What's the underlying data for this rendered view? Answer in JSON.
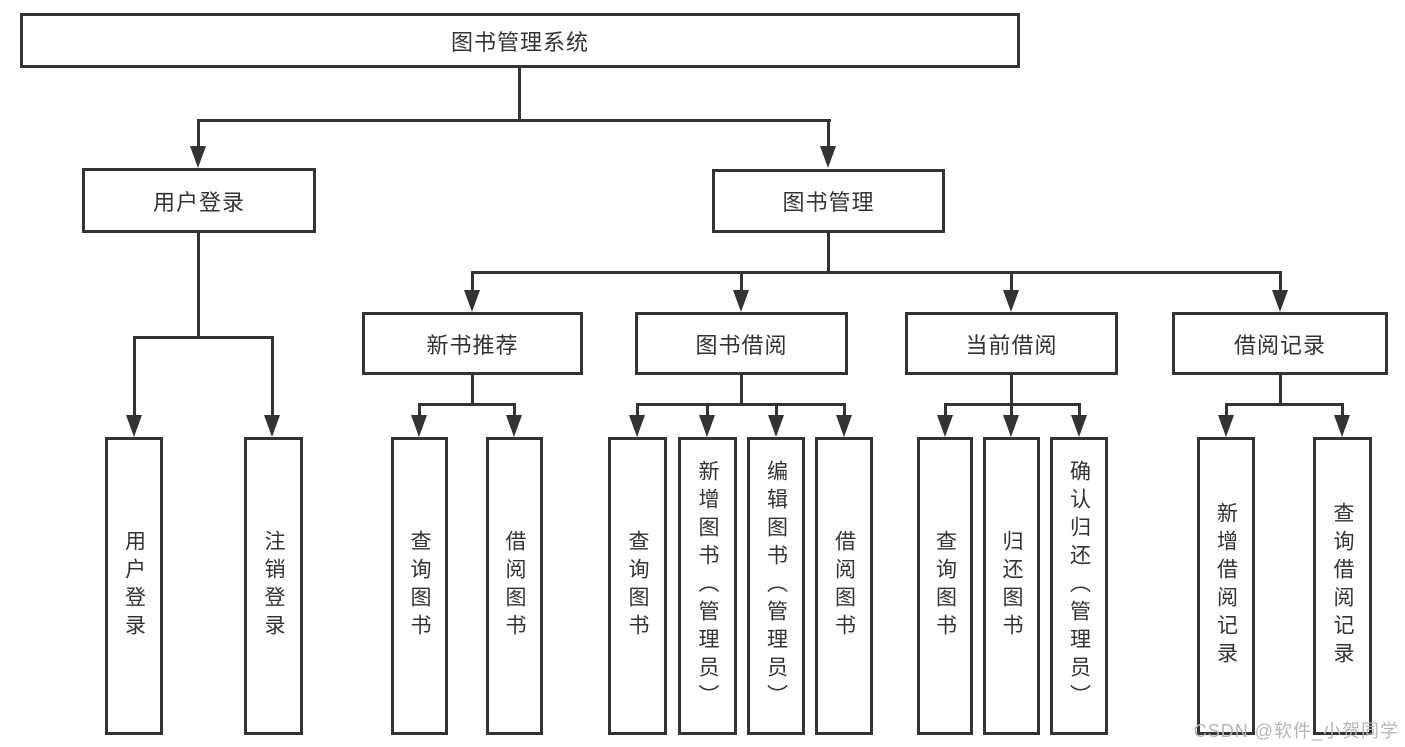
{
  "title": "图书管理系统",
  "level2": {
    "user_login": "用户登录",
    "book_mgmt": "图书管理"
  },
  "level3": {
    "new_rec": "新书推荐",
    "book_borrow": "图书借阅",
    "cur_borrow": "当前借阅",
    "borrow_rec": "借阅记录"
  },
  "leaves": {
    "user": [
      "用户登录",
      "注销登录"
    ],
    "rec": [
      "查询图书",
      "借阅图书"
    ],
    "borrow": [
      "查询图书",
      "新增图书（管理员）",
      "编辑图书（管理员）",
      "借阅图书"
    ],
    "current": [
      "查询图书",
      "归还图书",
      "确认归还（管理员）"
    ],
    "records": [
      "新增借阅记录",
      "查询借阅记录"
    ]
  },
  "watermark": "CSDN @软件_小贺同学",
  "colors": {
    "line": "#333333",
    "text": "#333333",
    "watermark": "#b5b5b5"
  }
}
